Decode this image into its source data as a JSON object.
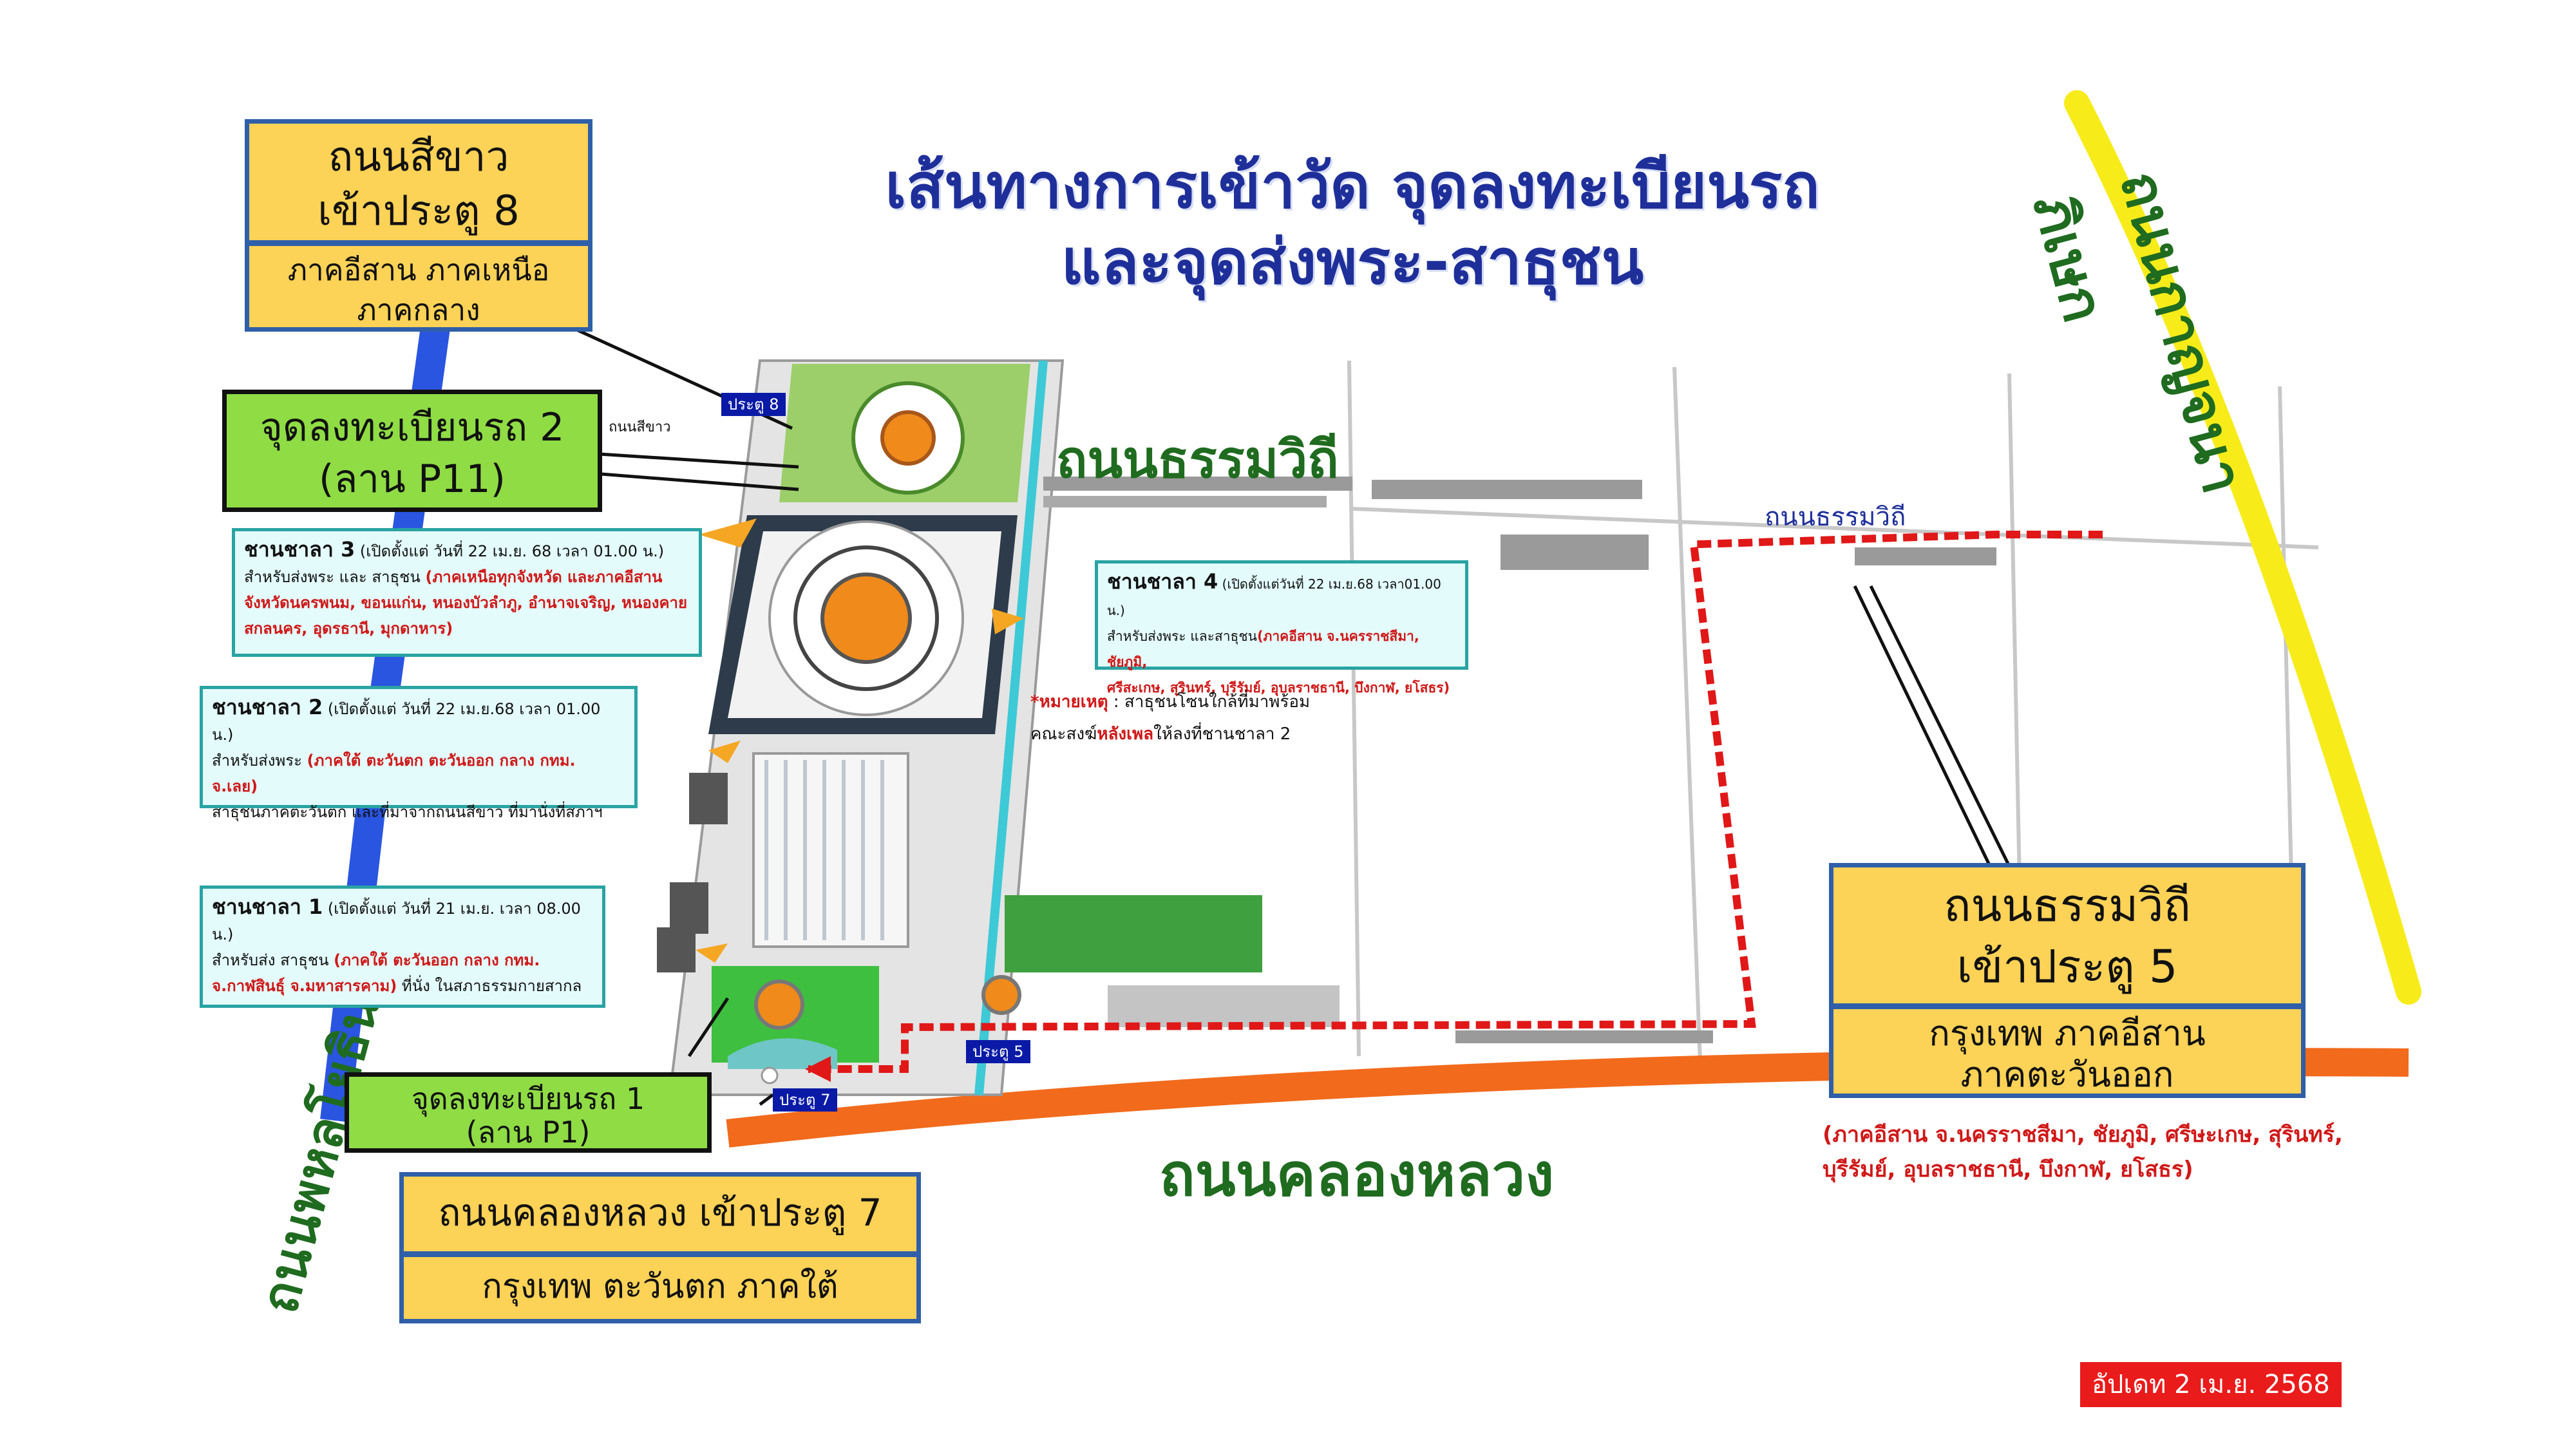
{
  "title": {
    "line1": "เส้นทางการเข้าวัด จุดลงทะเบียนรถ",
    "line2": "และจุดส่งพระ-สาธุชน"
  },
  "roads": {
    "dhammawithi_main": "ถนนธรรมวิถี",
    "dhammawithi_small": "ถนนธรรมวิถี",
    "kanchanapisek": "ถนนกาญจนาภิเษก",
    "khlong_luang": "ถนนคลองหลวง",
    "phahonyothin": "ถนนพหลโยธิน",
    "white_road_small": "ถนนสีขาว"
  },
  "gates": {
    "gate8": "ประตู 8",
    "gate5": "ประตู 5",
    "gate7": "ประตู 7"
  },
  "box_gate8": {
    "line1": "ถนนสีขาว",
    "line2": "เข้าประตู 8",
    "sub1": "ภาคอีสาน ภาคเหนือ",
    "sub2": "ภาคกลาง"
  },
  "box_reg2": {
    "line1": "จุดลงทะเบียนรถ 2",
    "line2": "(ลาน P11)"
  },
  "box_reg1": {
    "line1": "จุดลงทะเบียนรถ 1",
    "line2": "(ลาน P1)"
  },
  "box_gate7": {
    "line1": "ถนนคลองหลวง เข้าประตู 7",
    "sub": "กรุงเทพ ตะวันตก ภาคใต้"
  },
  "box_gate5": {
    "line1": "ถนนธรรมวิถี",
    "line2": "เข้าประตู 5",
    "sub1": "กรุงเทพ ภาคอีสาน",
    "sub2": "ภาคตะวันออก",
    "provinces1": "(ภาคอีสาน จ.นครราชสีมา, ชัยภูมิ, ศรีษะเกษ, สุรินทร์,",
    "provinces2": "บุรีรัมย์, อุบลราชธานี, บึงกาฬ, ยโสธร)"
  },
  "sala3": {
    "name": "ชานชาลา 3",
    "open": " (เปิดตั้งแต่ วันที่ 22 เม.ย. 68 เวลา 01.00 น.)",
    "l2a": "สำหรับส่งพระ และ สาธุชน ",
    "l2b": "(ภาคเหนือทุกจังหวัด และภาคอีสาน",
    "l3": "จังหวัดนครพนม, ขอนแก่น, หนองบัวลำภู, อำนาจเจริญ, หนองคาย",
    "l4": "สกลนคร, อุดรธานี, มุกดาหาร)"
  },
  "sala2": {
    "name": "ชานชาลา 2",
    "open": " (เปิดตั้งแต่ วันที่ 22 เม.ย.68 เวลา 01.00 น.)",
    "l2a": "สำหรับส่งพระ ",
    "l2b": "(ภาคใต้ ตะวันตก ตะวันออก กลาง กทม. จ.เลย)",
    "l3": "สาธุชนภาคตะวันตก และที่มาจากถนนสีขาว ที่มานั่งที่สภาฯ"
  },
  "sala1": {
    "name": "ชานชาลา 1",
    "open": " (เปิดตั้งแต่ วันที่ 21 เม.ย. เวลา 08.00 น.)",
    "l2a": "สำหรับส่ง สาธุชน ",
    "l2b": "(ภาคใต้ ตะวันออก กลาง กทม.",
    "l3a": "จ.กาฬสินธุ์ จ.มหาสารคาม)",
    "l3b": " ที่นั่ง ในสภาธรรมกายสากล"
  },
  "sala4": {
    "name": "ชานชาลา 4",
    "open": " (เปิดตั้งแต่วันที่ 22 เม.ย.68 เวลา01.00 น.)",
    "l2a": "สำหรับส่งพระ และสาธุชน",
    "l2b": "(ภาคอีสาน จ.นครราชสีมา, ชัยภูมิ,",
    "l3": "ศรีสะเกษ, สุรินทร์, บุรีรัมย์, อุบลราชธานี, บึงกาฬ, ยโสธร)"
  },
  "note": {
    "star": "*หมายเหตุ",
    "t1": " : สาธุชนโซนใกล้ที่มาพร้อม",
    "t2a": "คณะสงฆ์",
    "t2b": "หลังเพล",
    "t2c": "ให้ลงที่ชานชาลา 2"
  },
  "update": "อัปเดท 2 เม.ย. 2568",
  "colors": {
    "title_blue": "#1f2f9a",
    "road_green": "#1f6b1f",
    "callout_yellow": "#fcd257",
    "callout_border": "#2f5fa8",
    "reg_green": "#8fdc45",
    "info_bg": "#e3fbfb",
    "route_red": "#e01818",
    "road_orange": "#f26a1b",
    "road_blue": "#2a55e0",
    "road_yellow": "#f7ec1a"
  }
}
